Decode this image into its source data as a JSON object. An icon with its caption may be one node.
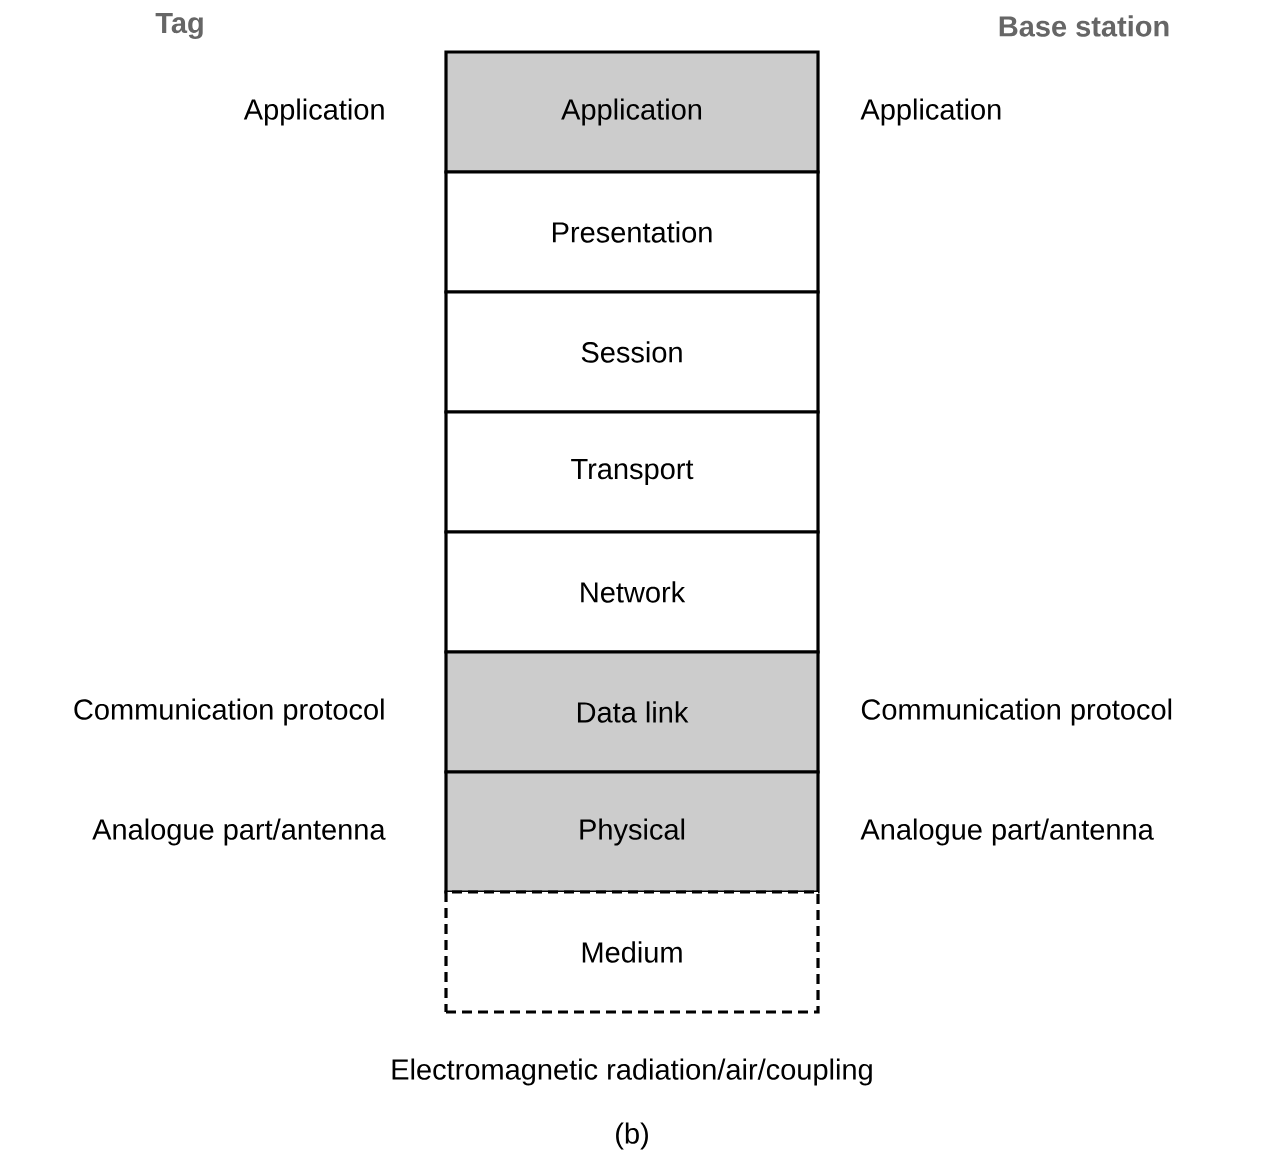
{
  "diagram": {
    "caption": "(b)",
    "nodes": [
      {
        "text": [
          "Application"
        ],
        "beside": [
          "Application",
          "Application"
        ]
      },
      {
        "text": [
          "Presentation"
        ]
      },
      {
        "text": [
          "Session"
        ]
      },
      {
        "text": [
          "Transport"
        ]
      },
      {
        "text": [
          "Network"
        ]
      },
      {
        "text": [
          "Data link"
        ],
        "beside": [
          "Communication protocol",
          "Communication protocol"
        ]
      },
      {
        "text": [
          "Physical"
        ],
        "beside": [
          "Analogue part/antenna",
          "Analogue part/antenna"
        ]
      },
      {
        "text": [
          "Medium"
        ],
        "beside": [
          "Electromagnetic radiation/air/coupling"
        ]
      }
    ],
    "edges": [],
    "labels": [
      "Tag",
      "Base station"
    ]
  }
}
